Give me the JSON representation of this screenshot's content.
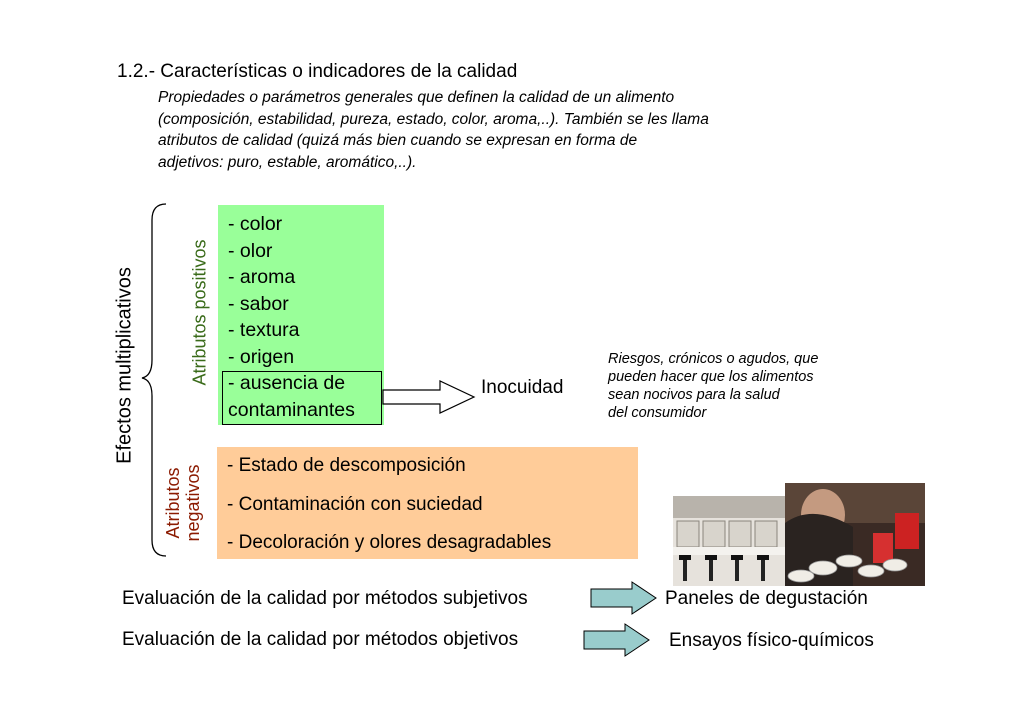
{
  "slide": {
    "title": "1.2.- Características o indicadores de la calidad",
    "intro_lines": [
      "Propiedades o parámetros generales que definen la calidad de un alimento",
      "(composición, estabilidad, pureza, estado, color, aroma,..). También se les llama",
      "atributos de calidad (quizá más bien cuando se expresan en forma de",
      "adjetivos: puro, estable, aromático,..)."
    ],
    "vertical_main": "Efectos multiplicativos",
    "vertical_positive": "Atributos positivos",
    "vertical_negative_lines": [
      "Atributos",
      "negativos"
    ],
    "positive_items": [
      "- color",
      "- olor",
      "- aroma",
      "- sabor",
      "- textura",
      "- origen",
      "- ausencia de",
      "contaminantes"
    ],
    "negative_items": [
      "- Estado de descomposición",
      "- Contaminación con suciedad",
      "- Decoloración y olores desagradables"
    ],
    "inocuidad": "Inocuidad",
    "riesgos_lines": [
      "Riesgos, crónicos o agudos, que",
      "pueden hacer que los alimentos",
      "sean nocivos para la salud",
      "del consumidor"
    ],
    "evaluations": [
      {
        "label": "Evaluación de la calidad por métodos subjetivos",
        "result": "Paneles de degustación"
      },
      {
        "label": "Evaluación de la calidad por métodos objetivos",
        "result": "Ensayos físico-químicos"
      }
    ],
    "colors": {
      "positive_box": "#99ff99",
      "negative_box": "#ffcc99",
      "positive_label": "#3a6b1a",
      "negative_label": "#8b1a00",
      "eval_arrow": "#99cccc"
    }
  }
}
